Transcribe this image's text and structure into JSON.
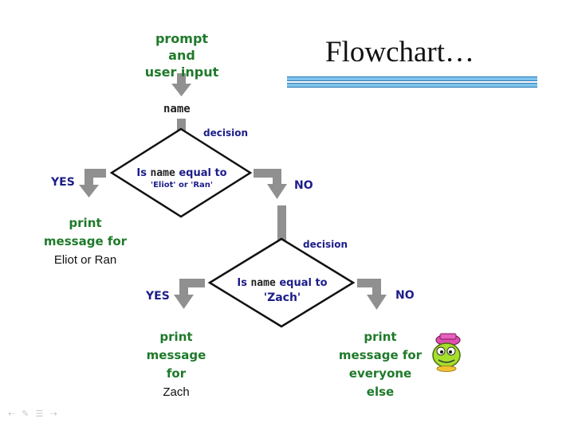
{
  "title": "Flowchart…",
  "start": {
    "label_line1": "prompt and",
    "label_line2": "user input"
  },
  "variable": "name",
  "decision_label": "decision",
  "decision1": {
    "line1_pre": "Is",
    "line1_var": "name",
    "line1_post": "equal to",
    "line2": "'Eliot' or 'Ran'"
  },
  "decision2": {
    "line1_pre": "Is",
    "line1_var": "name",
    "line1_post": "equal to",
    "line2": "'Zach'"
  },
  "yes_label": "YES",
  "no_label": "NO",
  "outputs": [
    {
      "line1": "print",
      "line2": "message for",
      "line3": "Eliot or Ran"
    },
    {
      "line1": "print",
      "line2": "message for",
      "line3": "Zach"
    },
    {
      "line1": "print",
      "line2": "message for",
      "line3": "everyone else"
    }
  ],
  "nav_icons": [
    "prev-arrow-icon",
    "pen-icon",
    "menu-icon",
    "next-arrow-icon"
  ],
  "colors": {
    "arrow": "#909090",
    "green_text": "#1f7a2a",
    "question_text": "#1d1d8a",
    "title_bar": "#7ec3ec"
  }
}
